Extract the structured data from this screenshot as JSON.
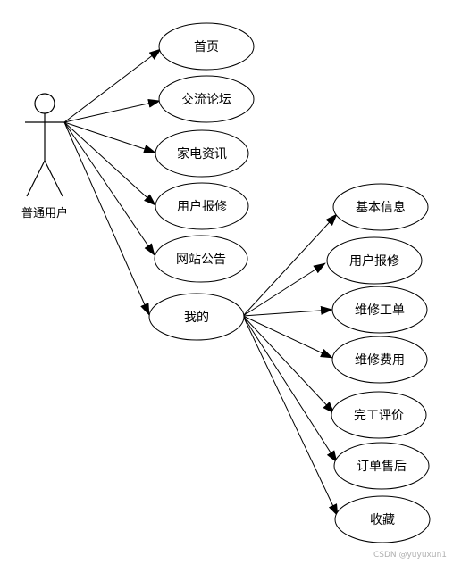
{
  "actor": {
    "label": "普通用户"
  },
  "use_cases": {
    "home": "首页",
    "forum": "交流论坛",
    "appliance_info": "家电资讯",
    "user_repair": "用户报修",
    "site_notice": "网站公告",
    "mine": "我的"
  },
  "sub_use_cases": {
    "basic_info": "基本信息",
    "user_repair": "用户报修",
    "repair_order": "维修工单",
    "repair_fee": "维修费用",
    "completion_review": "完工评价",
    "after_sales": "订单售后",
    "favorites": "收藏"
  },
  "watermark": "CSDN @yuyuxun1",
  "colors": {
    "stroke": "#000000",
    "fill": "#ffffff",
    "watermark": "#b0b0b0"
  }
}
